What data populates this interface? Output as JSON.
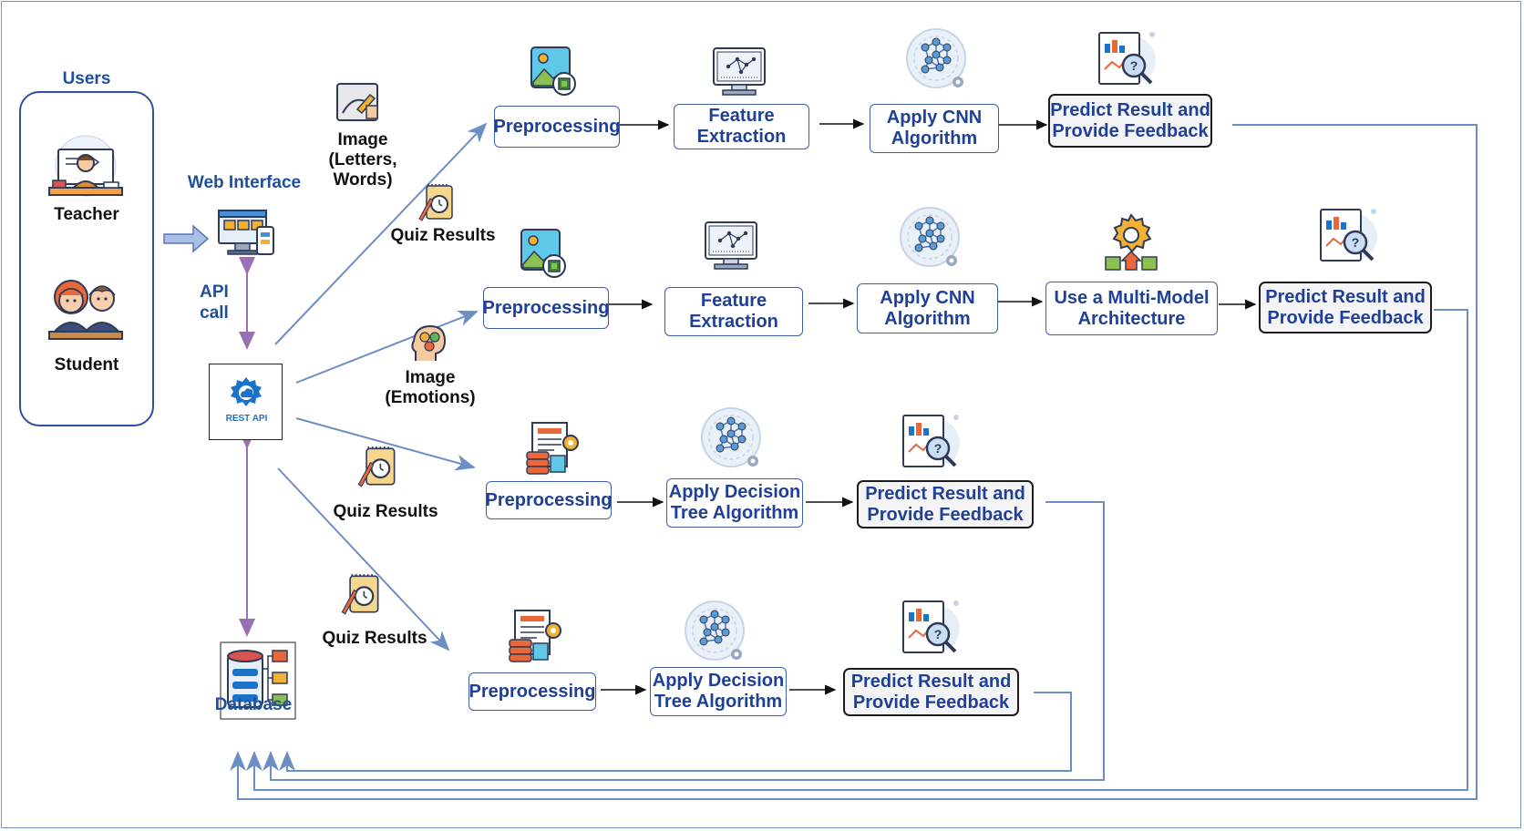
{
  "users": {
    "title": "Users",
    "teacher": "Teacher",
    "student": "Student"
  },
  "web_interface": "Web Interface",
  "api_call": {
    "line1": "API",
    "line2": "call"
  },
  "rest_api": "REST API",
  "database": "Database",
  "inputs": {
    "image_letters": [
      "Image",
      "(Letters,",
      "Words)"
    ],
    "quiz_results": "Quiz Results",
    "image_emotions": [
      "Image",
      "(Emotions)"
    ]
  },
  "pipelines": [
    {
      "steps": [
        [
          "Preprocessing"
        ],
        [
          "Feature",
          "Extraction"
        ],
        [
          "Apply CNN",
          "Algorithm"
        ]
      ],
      "result": [
        "Predict Result and",
        "Provide Feedback"
      ]
    },
    {
      "steps": [
        [
          "Preprocessing"
        ],
        [
          "Feature",
          "Extraction"
        ],
        [
          "Apply CNN",
          "Algorithm"
        ],
        [
          "Use a Multi-Model",
          "Architecture"
        ]
      ],
      "result": [
        "Predict Result and",
        "Provide Feedback"
      ]
    },
    {
      "steps": [
        [
          "Preprocessing"
        ],
        [
          "Apply Decision",
          "Tree Algorithm"
        ]
      ],
      "result": [
        "Predict Result and",
        "Provide Feedback"
      ]
    },
    {
      "steps": [
        [
          "Preprocessing"
        ],
        [
          "Apply Decision",
          "Tree Algorithm"
        ]
      ],
      "result": [
        "Predict Result and",
        "Provide Feedback"
      ]
    }
  ],
  "colors": {
    "box_text": "#1f4095",
    "box_border": "#3e5ea8",
    "wire": "#6d8ec4",
    "api_arrow": "#9b6fb4"
  },
  "icons": [
    "teacher-icon",
    "student-icon",
    "web-interface-icon",
    "rest-api-gear-icon",
    "database-icon",
    "image-pen-icon",
    "quiz-stopwatch-icon",
    "emotion-head-icon",
    "image-chip-icon",
    "monitor-network-icon",
    "neural-network-icon",
    "report-magnifier-icon",
    "document-gear-icon",
    "gear-architecture-icon"
  ]
}
